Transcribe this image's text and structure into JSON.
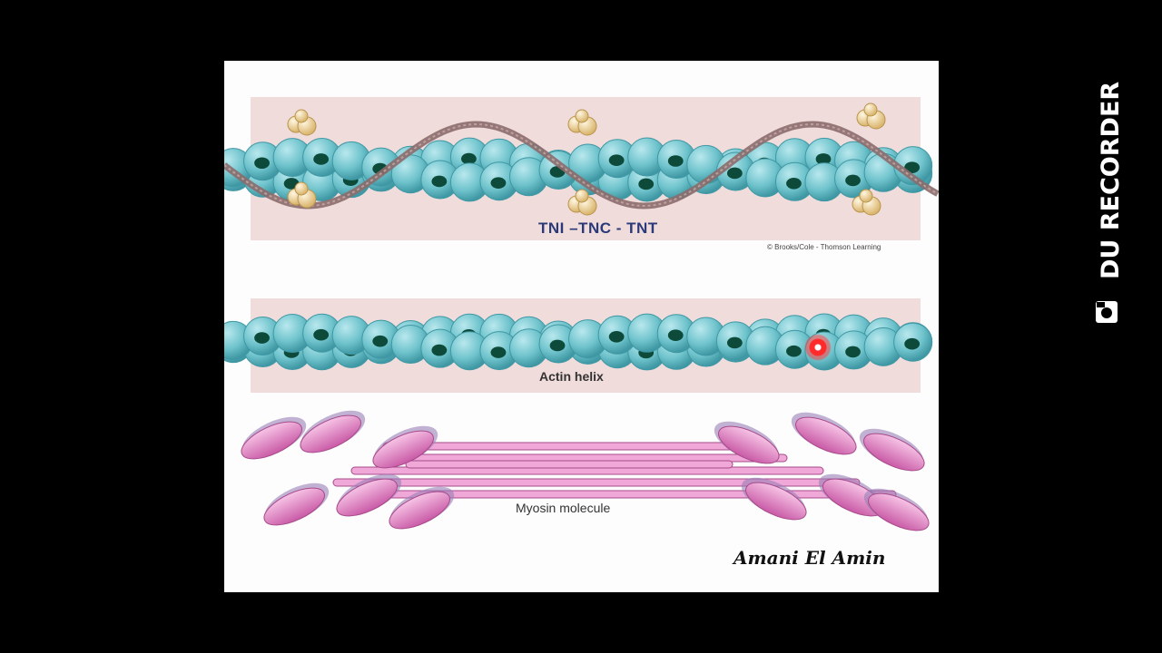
{
  "diagram": {
    "troponin_label": "TNI –TNC - TNT",
    "credit": "© Brooks/Cole - Thomson Learning",
    "actin_label": "Actin helix",
    "myosin_label": "Myosin molecule",
    "author": "Amani El Amin"
  },
  "overlay": {
    "recorder_brand": "DU RECORDER"
  },
  "colors": {
    "background": "#000000",
    "slide": "#fdfdfe",
    "panel": "#f1dcdc",
    "actin_monomer": "#6fc3cc",
    "actin_dark": "#3f98a4",
    "binding_site": "#0d4a3a",
    "tropomyosin": "#8b6b6b",
    "troponin": "#f3d9a0",
    "myosin": "#e58ac6",
    "pointer": "#ff2b2b"
  }
}
